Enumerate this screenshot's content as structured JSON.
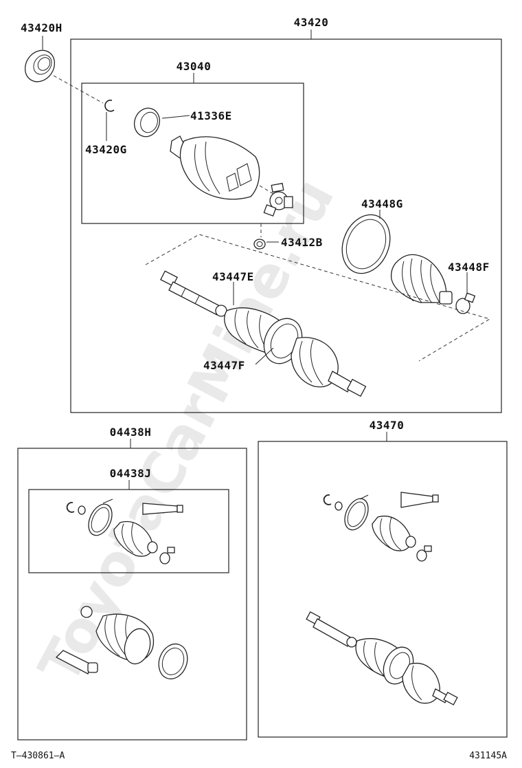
{
  "watermark": "ToyotaCarMine.ru",
  "labels": {
    "p43420": "43420",
    "p43420H": "43420H",
    "p43040": "43040",
    "p41336E": "41336E",
    "p43420G": "43420G",
    "p43448G": "43448G",
    "p43412B": "43412B",
    "p43448F": "43448F",
    "p43447E": "43447E",
    "p43447F": "43447F",
    "p04438H": "04438H",
    "p04438J": "04438J",
    "p43470": "43470"
  },
  "footer": {
    "left_code": "T—430861—A",
    "right_code": "431145A"
  }
}
